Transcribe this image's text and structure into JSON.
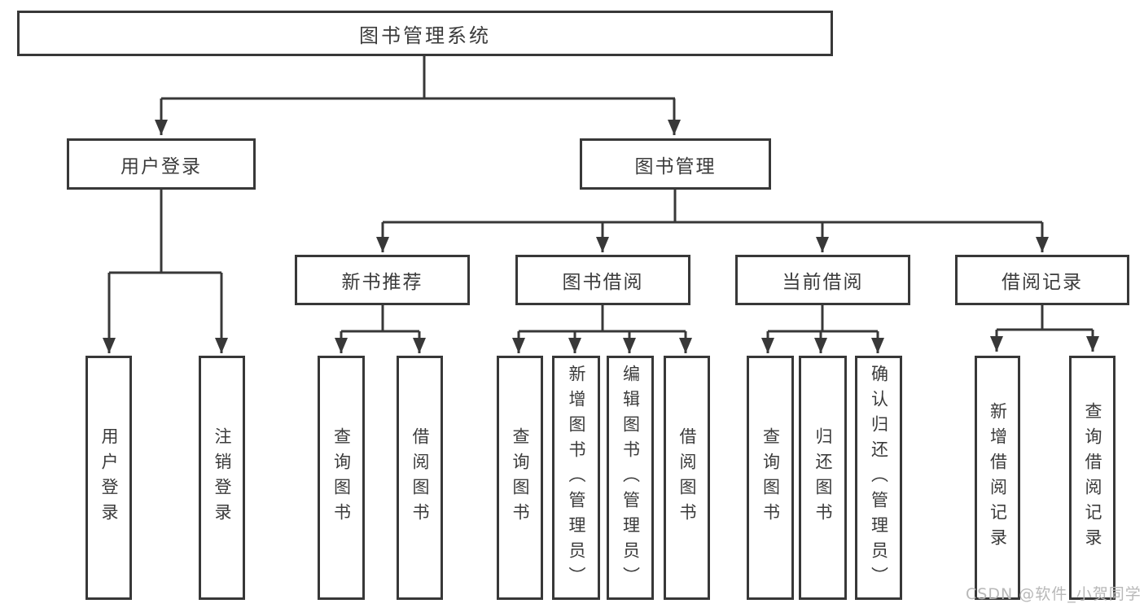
{
  "diagram": {
    "type": "tree",
    "root": {
      "label": "图书管理系统",
      "children": [
        {
          "label": "用户登录",
          "children": [
            {
              "label": "用户登录"
            },
            {
              "label": "注销登录"
            }
          ]
        },
        {
          "label": "图书管理",
          "children": [
            {
              "label": "新书推荐",
              "children": [
                {
                  "label": "查询图书"
                },
                {
                  "label": "借阅图书"
                }
              ]
            },
            {
              "label": "图书借阅",
              "children": [
                {
                  "label": "查询图书"
                },
                {
                  "label": "新增图书（管理员）"
                },
                {
                  "label": "编辑图书（管理员）"
                },
                {
                  "label": "借阅图书"
                }
              ]
            },
            {
              "label": "当前借阅",
              "children": [
                {
                  "label": "查询图书"
                },
                {
                  "label": "归还图书"
                },
                {
                  "label": "确认归还（管理员）"
                }
              ]
            },
            {
              "label": "借阅记录",
              "children": [
                {
                  "label": "新增借阅记录"
                },
                {
                  "label": "查询借阅记录"
                }
              ]
            }
          ]
        }
      ]
    },
    "watermark": "CSDN @软件_小贺同学",
    "colors": {
      "line": "#383838",
      "box_border": "#383838",
      "text": "#3b3b3b",
      "box_background": "#ffffff",
      "watermark_text": "#b8b8b8",
      "page_background": "#ffffff"
    }
  }
}
